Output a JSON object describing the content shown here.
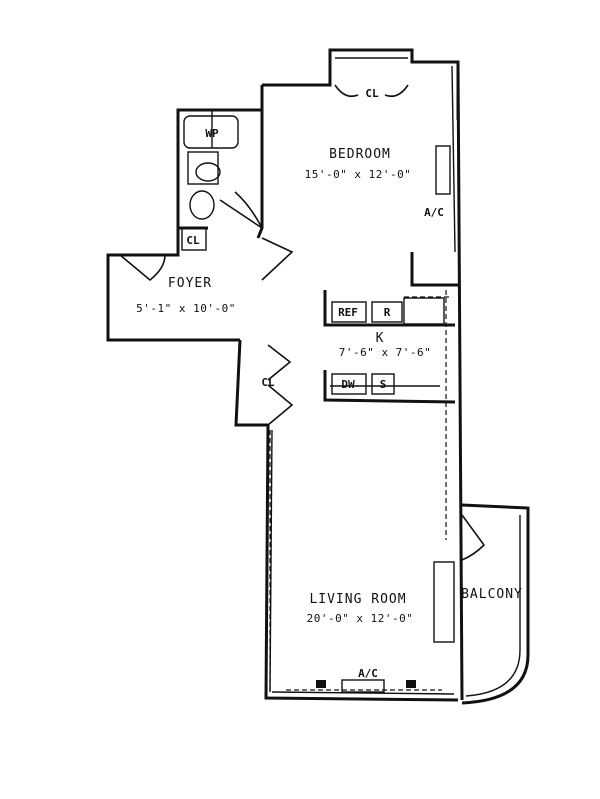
{
  "rooms": {
    "bedroom": {
      "name": "BEDROOM",
      "dim": "15'-0\" x 12'-0\""
    },
    "foyer": {
      "name": "FOYER",
      "dim": "5'-1\" x 10'-0\""
    },
    "kitchen": {
      "name": "K",
      "dim": "7'-6\" x 7'-6\""
    },
    "living": {
      "name": "LIVING ROOM",
      "dim": "20'-0\" x 12'-0\""
    },
    "balcony": {
      "name": "BALCONY"
    }
  },
  "fixtures": {
    "wp": "WP",
    "closet_bedroom": "CL",
    "closet_bath": "CL",
    "closet_foyer": "CL",
    "ac_bedroom": "A/C",
    "ac_living": "A/C",
    "refrigerator": "REF",
    "range": "R",
    "dishwasher": "DW",
    "sink": "S"
  }
}
